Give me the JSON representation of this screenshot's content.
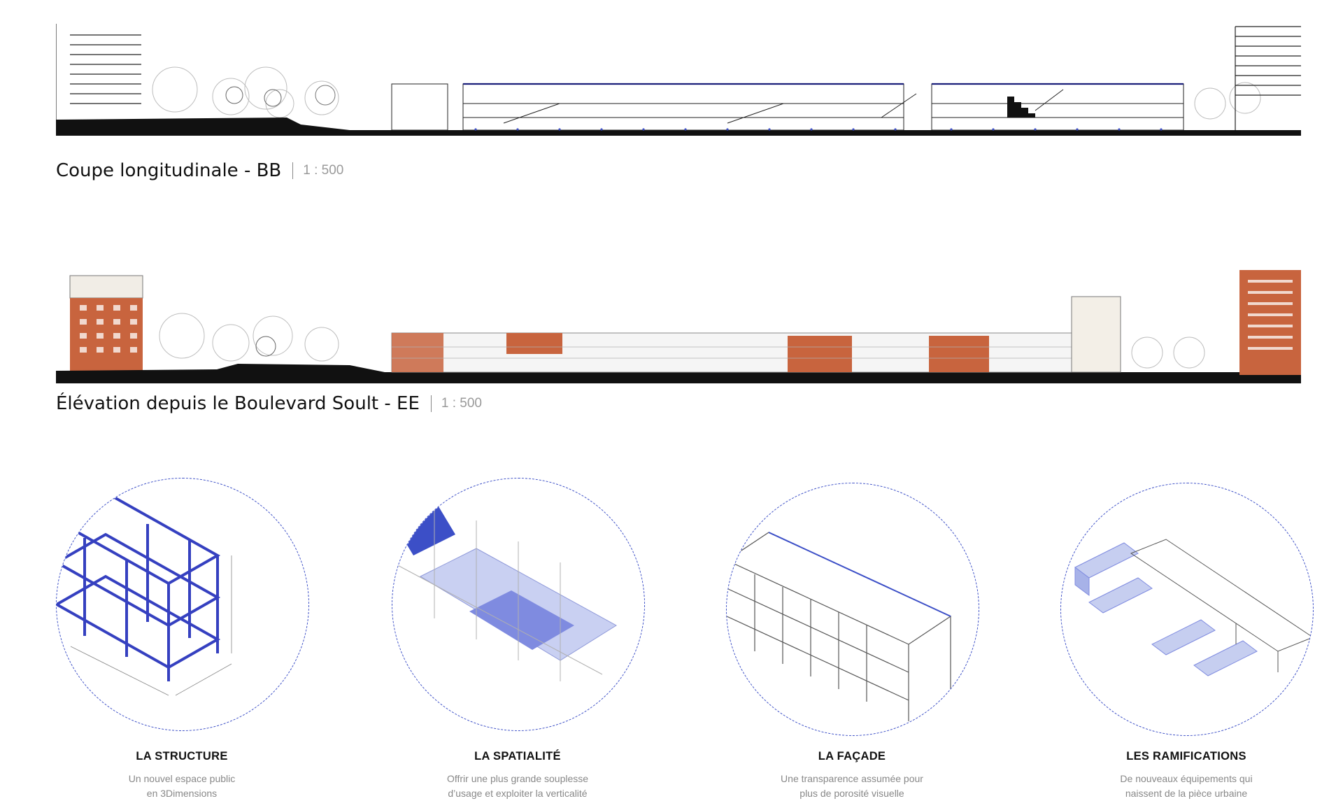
{
  "sections": [
    {
      "id": "section-bb",
      "title": "Coupe longitudinale - BB",
      "scale": "1 : 500"
    },
    {
      "id": "elevation-ee",
      "title": "Élévation depuis le Boulevard Soult - EE",
      "scale": "1 : 500"
    }
  ],
  "diagrams": [
    {
      "title": "LA STRUCTURE",
      "subtitle_1": "Un nouvel espace public",
      "subtitle_2": "en 3Dimensions"
    },
    {
      "title": "LA SPATIALITÉ",
      "subtitle_1": "Offrir une plus grande souplesse",
      "subtitle_2": "d’usage et exploiter la verticalité"
    },
    {
      "title": "LA FAÇADE",
      "subtitle_1": "Une transparence assumée pour",
      "subtitle_2": "plus de porosité visuelle"
    },
    {
      "title": "LES RAMIFICATIONS",
      "subtitle_1": "De nouveaux équipements qui",
      "subtitle_2": "naissent de la pièce urbaine"
    }
  ],
  "colors": {
    "accent_blue": "#3c4fc7",
    "brick": "#c8643e",
    "ground": "#111111",
    "tree_grey": "#c9c9c9"
  }
}
